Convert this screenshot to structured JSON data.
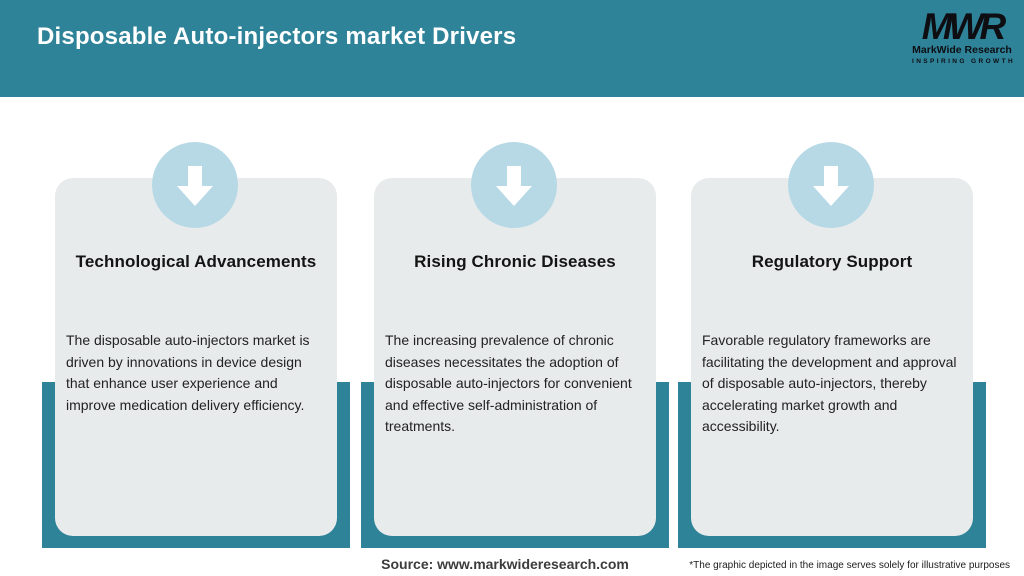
{
  "header": {
    "title": "Disposable Auto-injectors market Drivers"
  },
  "logo": {
    "monogram": "MWR",
    "name": "MarkWide Research",
    "tagline": "INSPIRING GROWTH"
  },
  "cards": [
    {
      "title": "Technological Advancements",
      "body": "The disposable auto-injectors market is driven by innovations in device design that enhance user experience and improve medication delivery efficiency.",
      "icon": "arrow-down-icon"
    },
    {
      "title": "Rising Chronic Diseases",
      "body": "The increasing prevalence of chronic diseases necessitates the adoption of disposable auto-injectors for convenient and effective self-administration of treatments.",
      "icon": "arrow-down-icon"
    },
    {
      "title": "Regulatory Support",
      "body": "Favorable regulatory frameworks are facilitating the development and approval of disposable auto-injectors, thereby accelerating market growth and accessibility.",
      "icon": "arrow-down-icon"
    }
  ],
  "footer": {
    "source": "Source: www.markwideresearch.com",
    "disclaimer": "*The graphic depicted in the image serves solely for illustrative purposes"
  },
  "colors": {
    "header_teal": "#2F8399",
    "ribbon_teal": "#2F8399",
    "badge_blue": "#B7D9E6",
    "card_gray": "#E8EBEC",
    "title_text": "#141414"
  }
}
